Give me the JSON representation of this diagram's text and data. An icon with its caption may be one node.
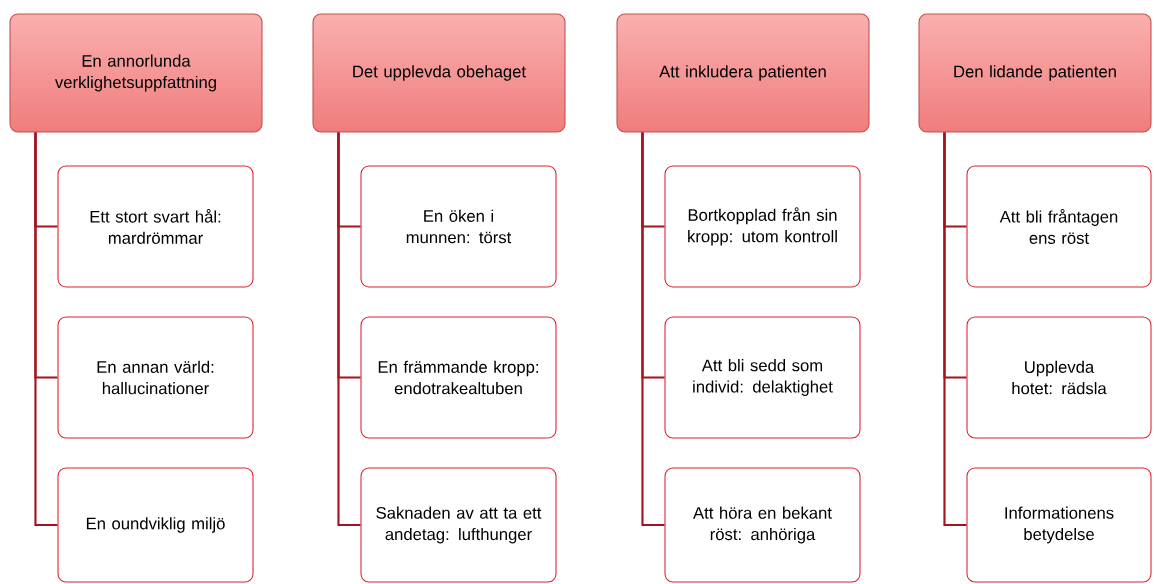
{
  "diagram": {
    "nodes": [
      {
        "text": [
          "En annorlunda verklighetsuppfattning"
        ]
      },
      {
        "text": [
          "Ett stort svart hål: mardrömmar"
        ]
      },
      {
        "text": [
          "En annan värld: hallucinationer"
        ]
      },
      {
        "text": [
          "En oundviklig miljö"
        ]
      },
      {
        "text": [
          "Det upplevda obehaget"
        ]
      },
      {
        "text": [
          "En öken i munnen: törst"
        ]
      },
      {
        "text": [
          "En främmande kropp: endotrakealtuben"
        ]
      },
      {
        "text": [
          "Saknaden av att ta ett andetag: lufthunger"
        ]
      },
      {
        "text": [
          "Att inkludera patienten"
        ]
      },
      {
        "text": [
          "Bortkopplad från sin kropp: utom kontroll"
        ]
      },
      {
        "text": [
          "Att bli sedd som individ: delaktighet"
        ]
      },
      {
        "text": [
          "Att höra en bekant röst: anhöriga"
        ]
      },
      {
        "text": [
          "Den lidande patienten"
        ]
      },
      {
        "text": [
          "Att bli fråntagen ens röst"
        ]
      },
      {
        "text": [
          "Upplevda hotet: rädsla"
        ]
      },
      {
        "text": [
          "Informationens betydelse"
        ]
      }
    ],
    "edges": [
      {
        "from": 0,
        "to": 1,
        "arrow": "none"
      },
      {
        "from": 0,
        "to": 2,
        "arrow": "none"
      },
      {
        "from": 0,
        "to": 3,
        "arrow": "none"
      },
      {
        "from": 4,
        "to": 5,
        "arrow": "none"
      },
      {
        "from": 4,
        "to": 6,
        "arrow": "none"
      },
      {
        "from": 4,
        "to": 7,
        "arrow": "none"
      },
      {
        "from": 8,
        "to": 9,
        "arrow": "none"
      },
      {
        "from": 8,
        "to": 10,
        "arrow": "none"
      },
      {
        "from": 8,
        "to": 11,
        "arrow": "none"
      },
      {
        "from": 12,
        "to": 13,
        "arrow": "none"
      },
      {
        "from": 12,
        "to": 14,
        "arrow": "none"
      },
      {
        "from": 12,
        "to": 15,
        "arrow": "none"
      }
    ]
  }
}
